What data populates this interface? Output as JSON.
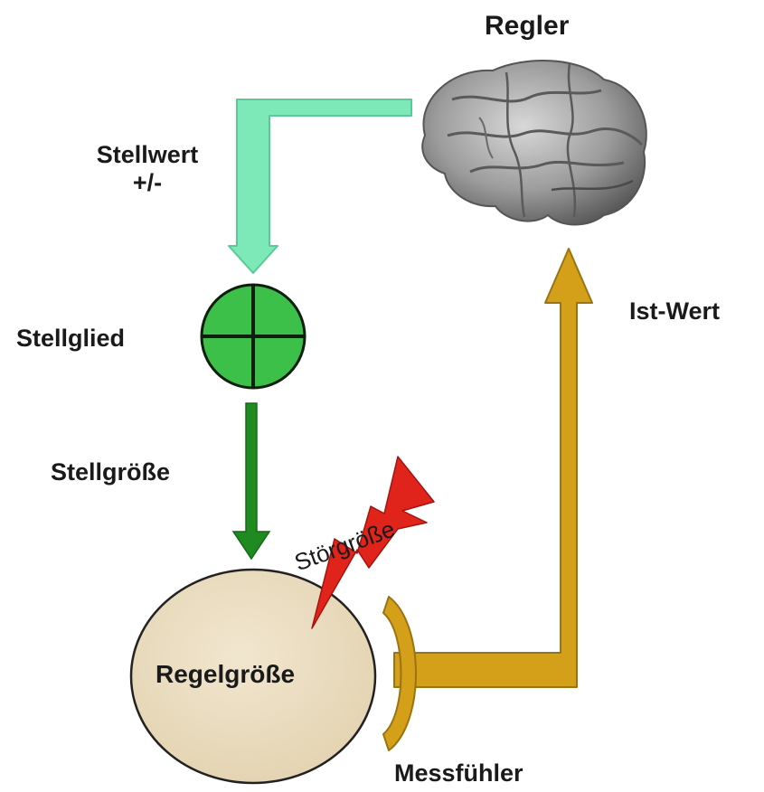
{
  "labels": {
    "regler": "Regler",
    "stellwert_line1": "Stellwert",
    "stellwert_line2": "+/-",
    "stellglied": "Stellglied",
    "stellgroesse": "Stellgröße",
    "stoergroesse": "Störgröße",
    "regelgroesse": "Regelgröße",
    "messfuehler": "Messfühler",
    "ist_wert": "Ist-Wert"
  },
  "icons": {
    "brain": "brain-icon",
    "actuator": "crosshair-circle-icon",
    "disturbance": "lightning-bolt-icon",
    "sensor": "sensor-cup-icon"
  },
  "colors": {
    "setpoint_arrow": "#7de8b8",
    "actuator_fill": "#3cc04a",
    "actuating_arrow": "#1f8a1f",
    "feedback": "#d4a01a",
    "process_fill": "#eadcc0",
    "disturbance": "#e0231b",
    "brain": "#9a9a9a"
  }
}
